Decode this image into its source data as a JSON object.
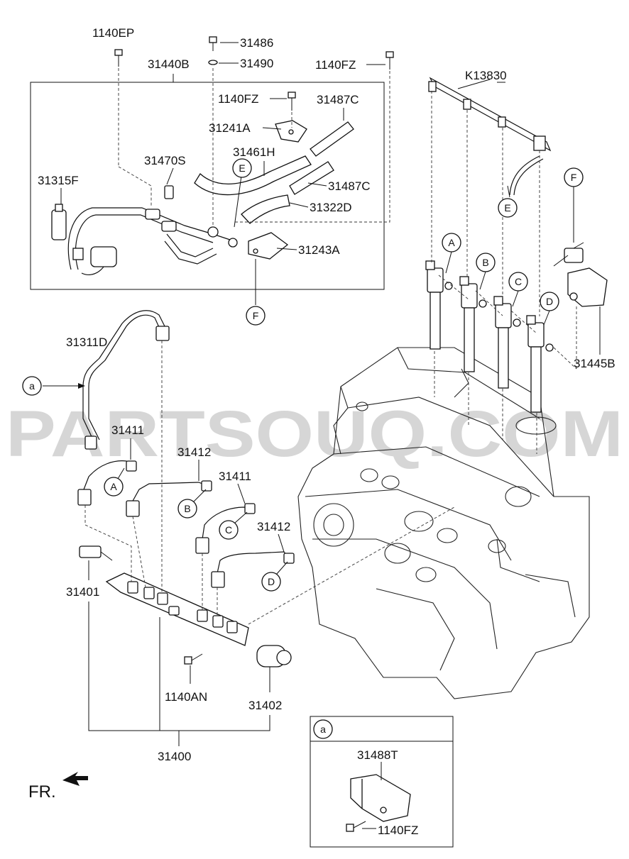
{
  "watermark": "PARTSOUQ.COM",
  "direction_marker": "FR.",
  "part_labels": {
    "p1140EP": "1140EP",
    "p31486": "31486",
    "p31490": "31490",
    "p1140FZ_top": "1140FZ",
    "pK13830": "K13830",
    "p31440B": "31440B",
    "p1140FZ_mid": "1140FZ",
    "p31487C_1": "31487C",
    "p31241A": "31241A",
    "p31461H": "31461H",
    "p31470S": "31470S",
    "p31315F": "31315F",
    "p31487C_2": "31487C",
    "p31322D": "31322D",
    "p31243A": "31243A",
    "p31445B": "31445B",
    "p31311D": "31311D",
    "p31411_1": "31411",
    "p31412_1": "31412",
    "p31411_2": "31411",
    "p31412_2": "31412",
    "p31401": "31401",
    "p1140AN": "1140AN",
    "p31402": "31402",
    "p31400": "31400",
    "p31488T": "31488T",
    "p1140FZ_inset": "1140FZ"
  },
  "callouts": {
    "a_main": "a",
    "a_inset": "a",
    "A_top": "A",
    "B_top": "B",
    "C_top": "C",
    "D_top": "D",
    "E_left": "E",
    "E_right": "E",
    "F_left": "F",
    "F_right": "F",
    "A_pipe": "A",
    "B_pipe": "B",
    "C_pipe": "C",
    "D_pipe": "D"
  }
}
